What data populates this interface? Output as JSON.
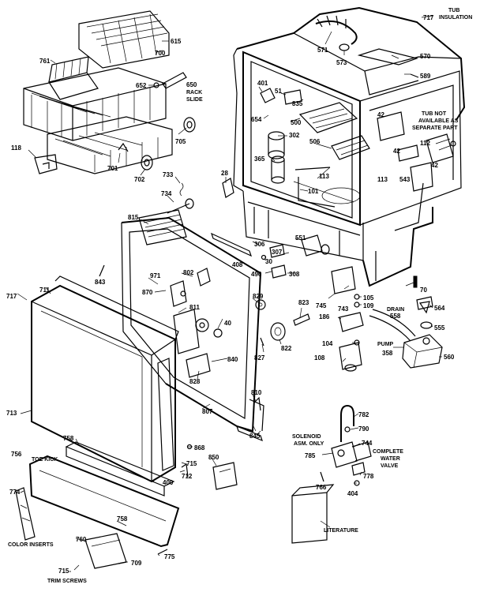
{
  "labels": {
    "n717": "717",
    "tub_insulation_1": "TUB",
    "tub_insulation_2": "INSULATION",
    "n615": "615",
    "n700": "700",
    "n761": "761",
    "n571": "571",
    "n573": "573",
    "n570": "570",
    "n589": "589",
    "n652": "652",
    "n650": "650",
    "rack_slide_1": "RACK",
    "rack_slide_2": "SLIDE",
    "n401": "401",
    "n51": "51",
    "n835": "835",
    "n654": "654",
    "n500": "500",
    "n302": "302",
    "n506": "506",
    "n705": "705",
    "n118": "118",
    "n701": "701",
    "n702": "702",
    "n733": "733",
    "n28": "28",
    "n365": "365",
    "n113": "113",
    "n101": "101",
    "n42a": "42",
    "n112": "112",
    "n42b": "42",
    "n42c": "42",
    "n113b": "113",
    "n543": "543",
    "tub_not_1": "TUB NOT",
    "tub_not_2": "AVAILABLE AS",
    "tub_not_3": "SEPARATE PART",
    "n734": "734",
    "n815": "815",
    "n306": "306",
    "n551": "551",
    "n307": "307",
    "n30": "30",
    "n408": "408",
    "n496": "496",
    "n308": "308",
    "n843": "843",
    "n971": "971",
    "n802": "802",
    "n870": "870",
    "n717b": "717",
    "n711": "711",
    "n811": "811",
    "n40": "40",
    "n829": "829",
    "n823": "823",
    "n745": "745",
    "n743": "743",
    "n105": "105",
    "n109": "109",
    "n70": "70",
    "drain": "DRAIN",
    "n558": "558",
    "n564": "564",
    "n555": "555",
    "n186": "186",
    "n822": "822",
    "n827": "827",
    "n840": "840",
    "n828": "828",
    "n104": "104",
    "pump": "PUMP",
    "n358": "358",
    "n560": "560",
    "n108": "108",
    "n810": "810",
    "n713": "713",
    "n807": "807",
    "n845": "845",
    "n782": "782",
    "n790": "790",
    "solenoid_1": "SOLENOID",
    "solenoid_2": "ASM. ONLY",
    "n744": "744",
    "n785": "785",
    "complete_1": "COMPLETE",
    "complete_2": "WATER",
    "complete_3": "VALVE",
    "n766": "766",
    "n778": "778",
    "n404": "404",
    "n758": "758",
    "n756": "756",
    "toe_kick": "TOE KICK",
    "n868": "868",
    "n715": "715",
    "n712": "712",
    "n850": "850",
    "n400": "400",
    "n774": "774",
    "n758b": "758",
    "n760": "760",
    "color_inserts": "COLOR INSERTS",
    "n775": "775",
    "n709": "709",
    "n715b": "715-",
    "trim_screws": "TRIM SCREWS",
    "literature": "LITERATURE"
  }
}
